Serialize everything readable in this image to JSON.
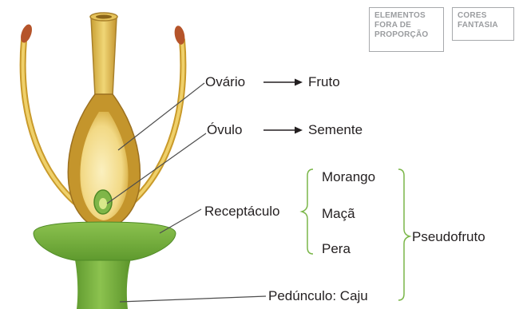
{
  "badges": {
    "scale": [
      "ELEMENTOS",
      "FORA DE",
      "PROPORÇÃO"
    ],
    "colors": [
      "CORES",
      "FANTASIA"
    ]
  },
  "labels": {
    "ovario": "Ovário",
    "fruto": "Fruto",
    "ovulo": "Óvulo",
    "semente": "Semente",
    "receptaculo": "Receptáculo",
    "morango": "Morango",
    "maca": "Maçã",
    "pera": "Pera",
    "pseudofruto": "Pseudofruto",
    "pedunculo": "Pedúnculo: Caju"
  },
  "colors": {
    "text": "#231f20",
    "line": "#4d4d4d",
    "bracket": "#7ab648",
    "stamen": "#d9b23a",
    "anther": "#b5542a",
    "ovary_outer": "#c99a2a",
    "ovary_inner": "#f6e7a6",
    "receptacle": "#6fae3a",
    "badge_border": "#a7a9ac"
  }
}
